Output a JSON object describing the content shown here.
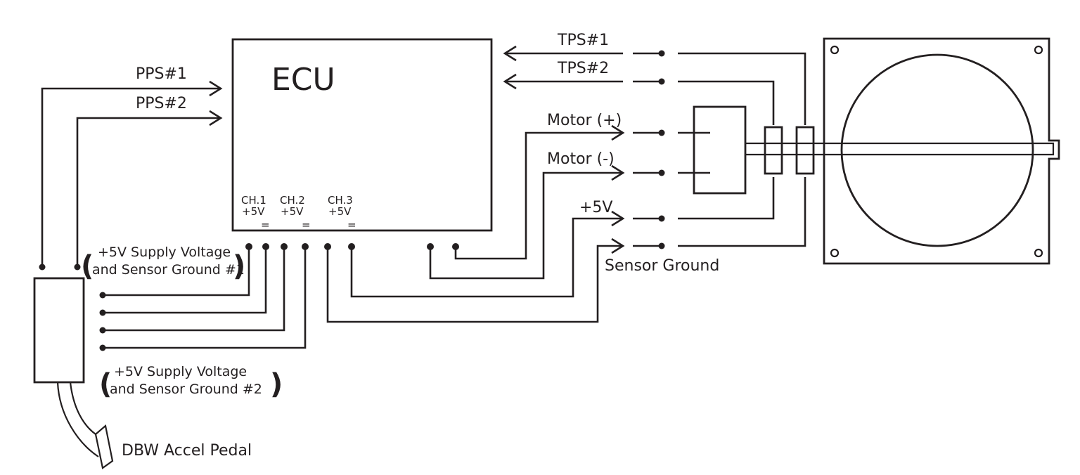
{
  "ecu": {
    "label": "ECU",
    "channels": [
      {
        "name": "CH.1",
        "voltage": "+5V",
        "ground": "="
      },
      {
        "name": "CH.2",
        "voltage": "+5V",
        "ground": "="
      },
      {
        "name": "CH.3",
        "voltage": "+5V",
        "ground": "="
      }
    ]
  },
  "pedal_signals": {
    "pps1": "PPS#1",
    "pps2": "PPS#2"
  },
  "throttle_signals": {
    "tps1": "TPS#1",
    "tps2": "TPS#2",
    "motor_pos": "Motor (+)",
    "motor_neg": "Motor (-)",
    "supply": "+5V",
    "sensor_ground": "Sensor Ground"
  },
  "groups": {
    "group1_line1": "+5V Supply Voltage",
    "group1_line2": "and Sensor Ground #1",
    "group2_line1": "+5V Supply Voltage",
    "group2_line2": "and Sensor Ground #2",
    "paren_open": "(",
    "paren_close": ")"
  },
  "pedal": {
    "label": "DBW Accel Pedal"
  }
}
